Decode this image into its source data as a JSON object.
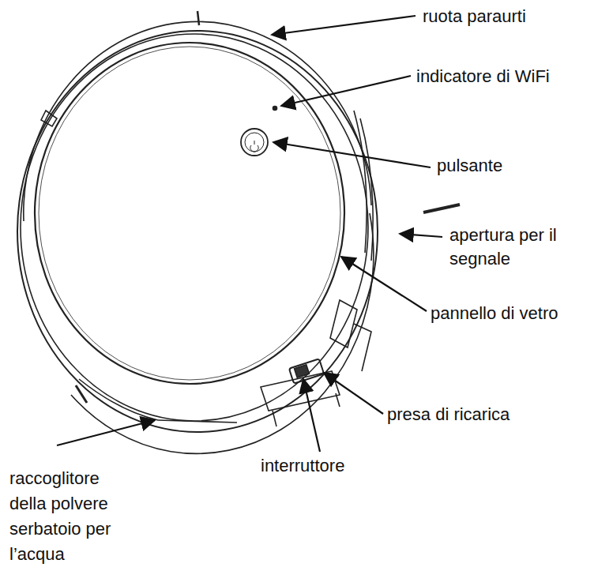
{
  "diagram": {
    "labels": [
      "ruota paraurti",
      "indicatore di WiFi",
      "pulsante",
      "apertura per il segnale",
      "pannello di vetro",
      "presa di ricarica",
      "interruttore",
      "raccoglitore della polvere serbatoio per l’acqua"
    ]
  }
}
